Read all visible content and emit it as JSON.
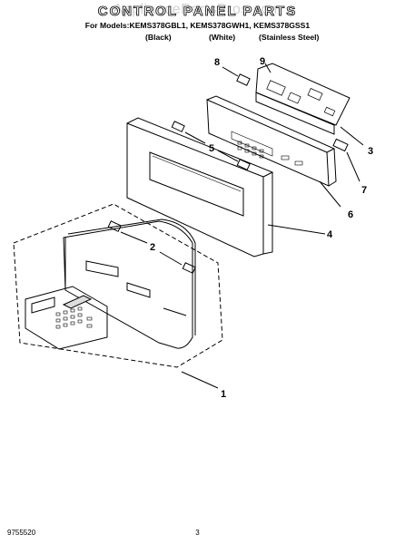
{
  "watermark": "AppliancePartsPros.com",
  "header": {
    "title": "CONTROL PANEL PARTS",
    "models": "For Models:KEMS378GBL1, KEMS378GWH1, KEMS378GSS1",
    "color_black": "(Black)",
    "color_white": "(White)",
    "color_stainless": "(Stainless Steel)"
  },
  "callouts": [
    "1",
    "2",
    "3",
    "4",
    "5",
    "6",
    "7",
    "8",
    "9"
  ],
  "footer": {
    "doc_number": "9755520",
    "page_number": "3"
  }
}
